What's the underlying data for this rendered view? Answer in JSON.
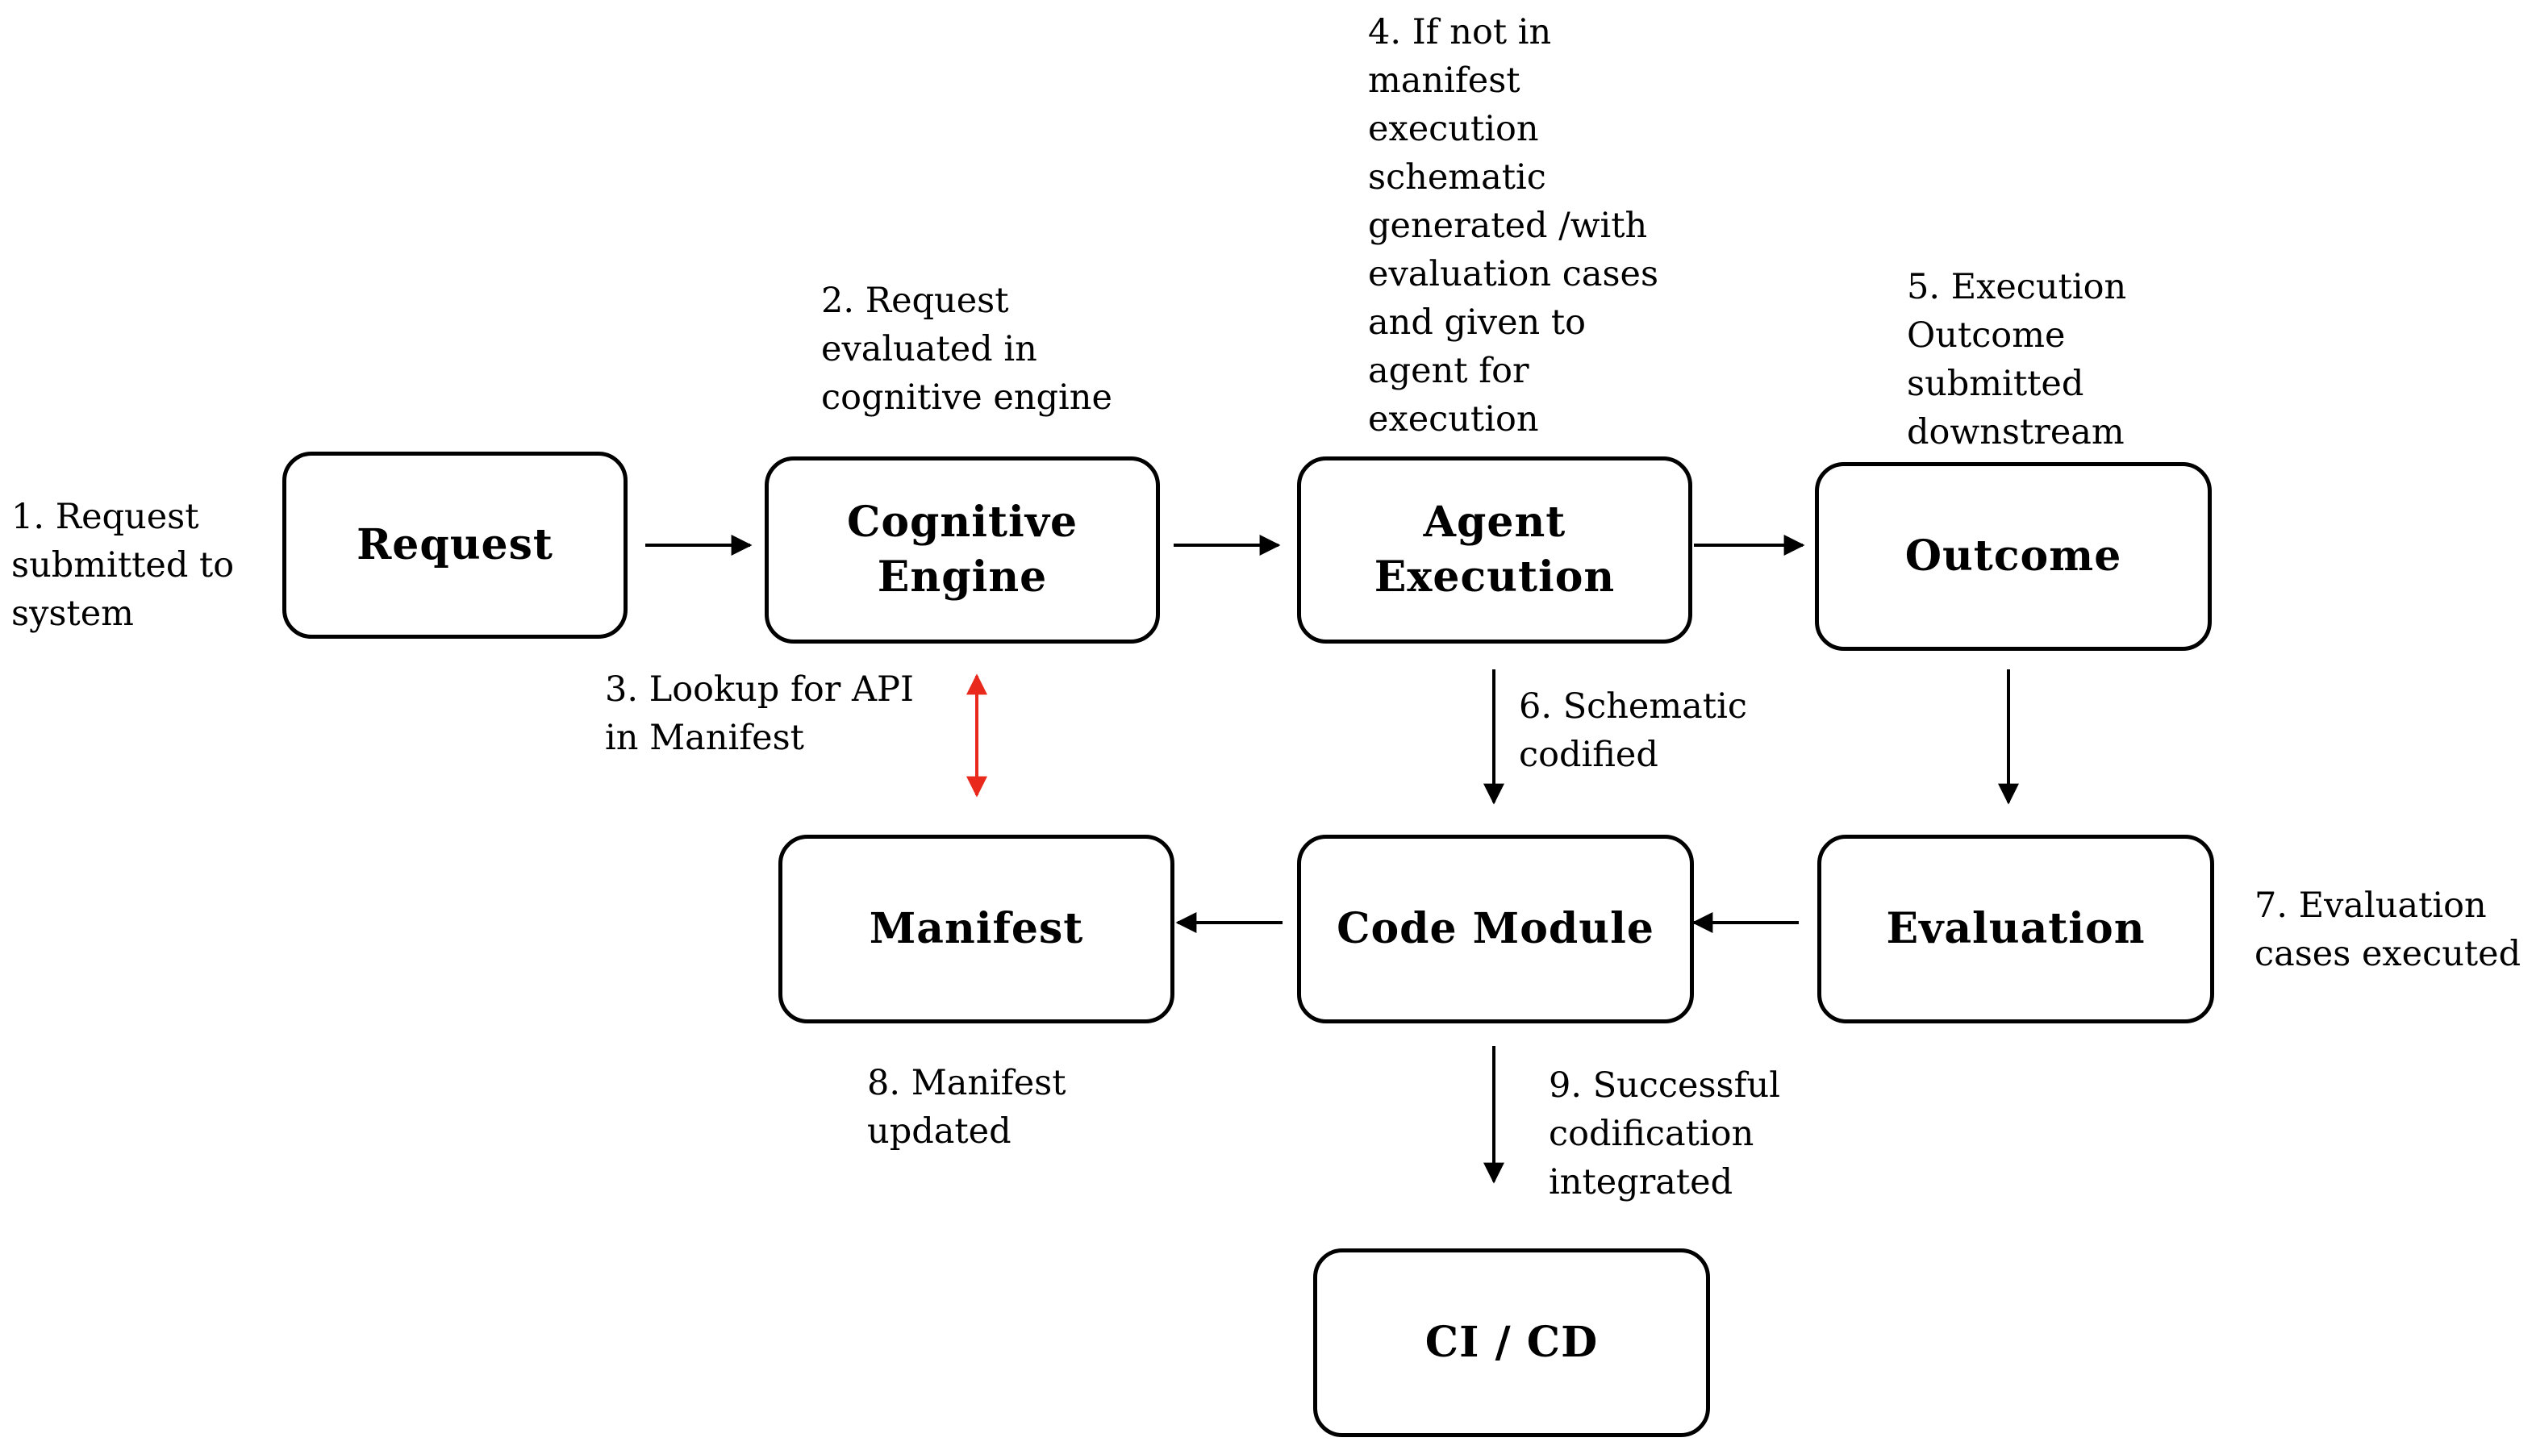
{
  "nodes": {
    "request": "Request",
    "cognitive_engine": "Cognitive\nEngine",
    "agent_execution": "Agent\nExecution",
    "outcome": "Outcome",
    "manifest": "Manifest",
    "code_module": "Code Module",
    "evaluation": "Evaluation",
    "ci_cd": "CI / CD"
  },
  "steps": {
    "s1": "1. Request\nsubmitted to\nsystem",
    "s2": "2. Request\nevaluated in\ncognitive engine",
    "s3": "3. Lookup for API\nin Manifest",
    "s4": "4. If not in\nmanifest\nexecution\nschematic\ngenerated /with\nevaluation cases\nand given to\nagent for\nexecution",
    "s5": "5. Execution\nOutcome\nsubmitted\ndownstream",
    "s6": "6. Schematic\ncodified",
    "s7": "7. Evaluation\ncases executed",
    "s8": "8. Manifest\nupdated",
    "s9": "9. Successful\ncodification\nintegrated"
  },
  "colors": {
    "line": "#000000",
    "lookup_arrow": "#e8291c"
  }
}
